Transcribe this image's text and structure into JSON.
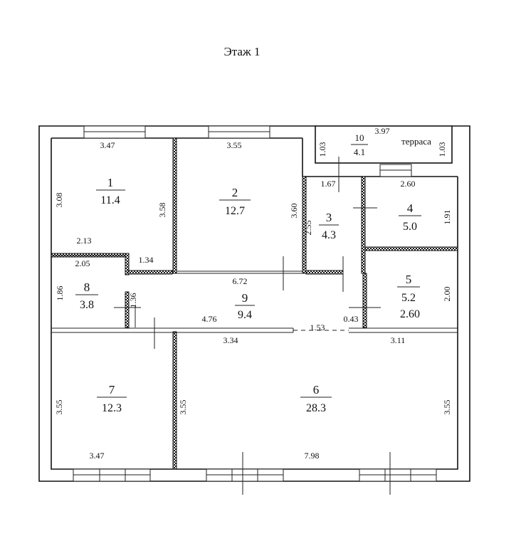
{
  "title": "Этаж 1",
  "rooms": [
    {
      "number": "1",
      "area": "11.4"
    },
    {
      "number": "2",
      "area": "12.7"
    },
    {
      "number": "3",
      "area": "4.3"
    },
    {
      "number": "4",
      "area": "5.0"
    },
    {
      "number": "5",
      "area": "5.2"
    },
    {
      "number": "6",
      "area": "28.3"
    },
    {
      "number": "7",
      "area": "12.3"
    },
    {
      "number": "8",
      "area": "3.8"
    },
    {
      "number": "9",
      "area": "9.4"
    },
    {
      "number": "10",
      "area": "4.1"
    }
  ],
  "room5_extra": "2.60",
  "terrace_label": "терраса",
  "dimensions": {
    "r1_top": "3.47",
    "r1_left": "3.08",
    "r1_right": "3.58",
    "r1_bottom": "2.13",
    "r2_top": "3.55",
    "r2_right": "3.60",
    "terrace_width": "3.97",
    "terrace_left": "1.03",
    "terrace_right": "1.03",
    "r3_top": "1.67",
    "r3_left": "2.55",
    "r4_top": "2.60",
    "r4_right": "1.91",
    "r5_right": "2.00",
    "r8_top": "2.05",
    "r8_left": "1.86",
    "r8_right": "1.36",
    "hall_step": "1.34",
    "hall_top": "6.72",
    "hall_bottom": "4.76",
    "door_gap": "1.53",
    "small_gap": "0.43",
    "r7_top": "3.34",
    "r6_top": "3.11",
    "r7_left": "3.55",
    "r7_right": "3.55",
    "r6_right": "3.55",
    "r7_bottom": "3.47",
    "r6_bottom": "7.98"
  }
}
